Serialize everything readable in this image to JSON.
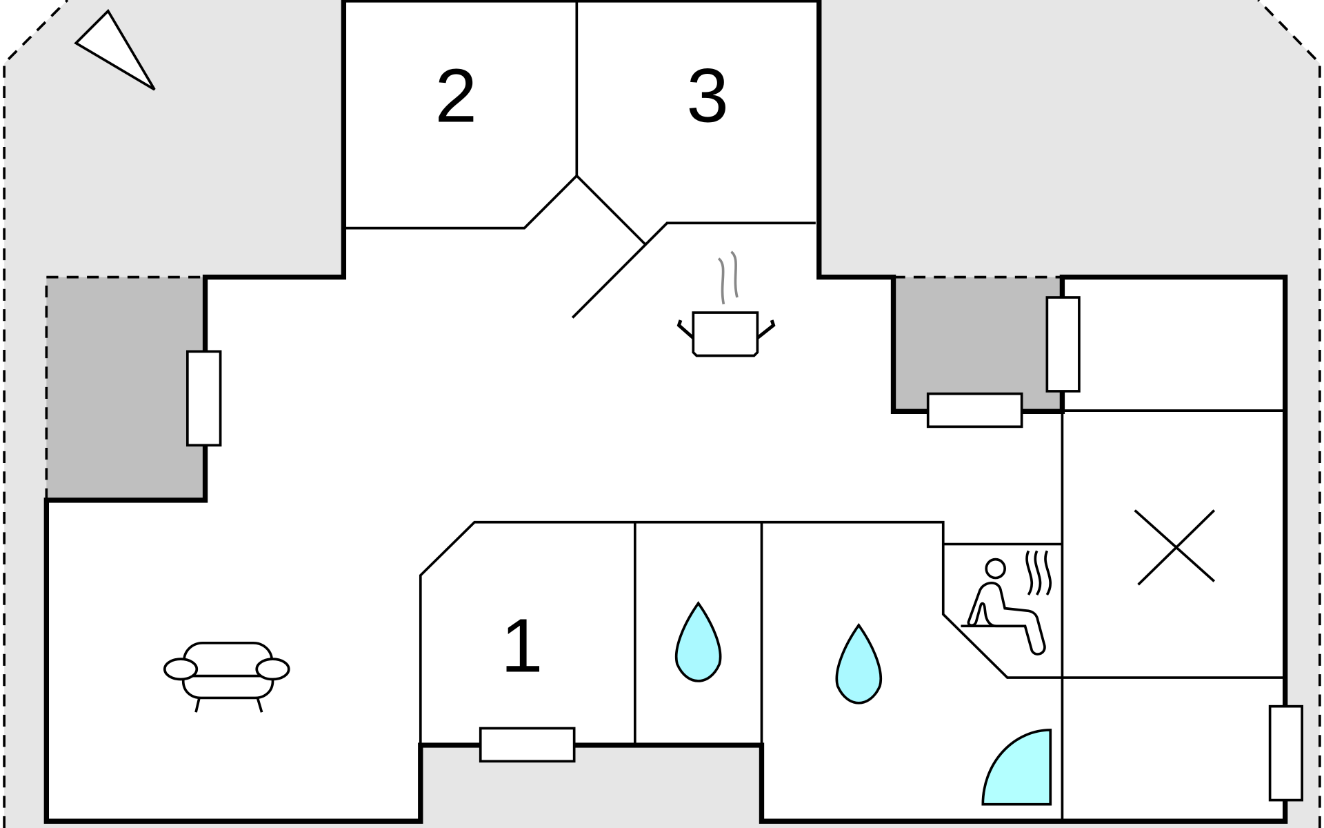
{
  "plan": {
    "rooms": [
      {
        "id": "bedroom-1",
        "label": "1"
      },
      {
        "id": "bedroom-2",
        "label": "2"
      },
      {
        "id": "bedroom-3",
        "label": "3"
      }
    ]
  },
  "colors": {
    "outside": "#e6e6e6",
    "balcony": "#bfbfbf",
    "water": "#aaf9ff",
    "shower": "#b3ffff",
    "steam": "#888888"
  },
  "icons": [
    "compass-icon",
    "sofa-icon",
    "cooking-pot-icon",
    "water-drop-icon",
    "sauna-icon",
    "shower-icon",
    "bed-cross-icon",
    "window-icon"
  ]
}
